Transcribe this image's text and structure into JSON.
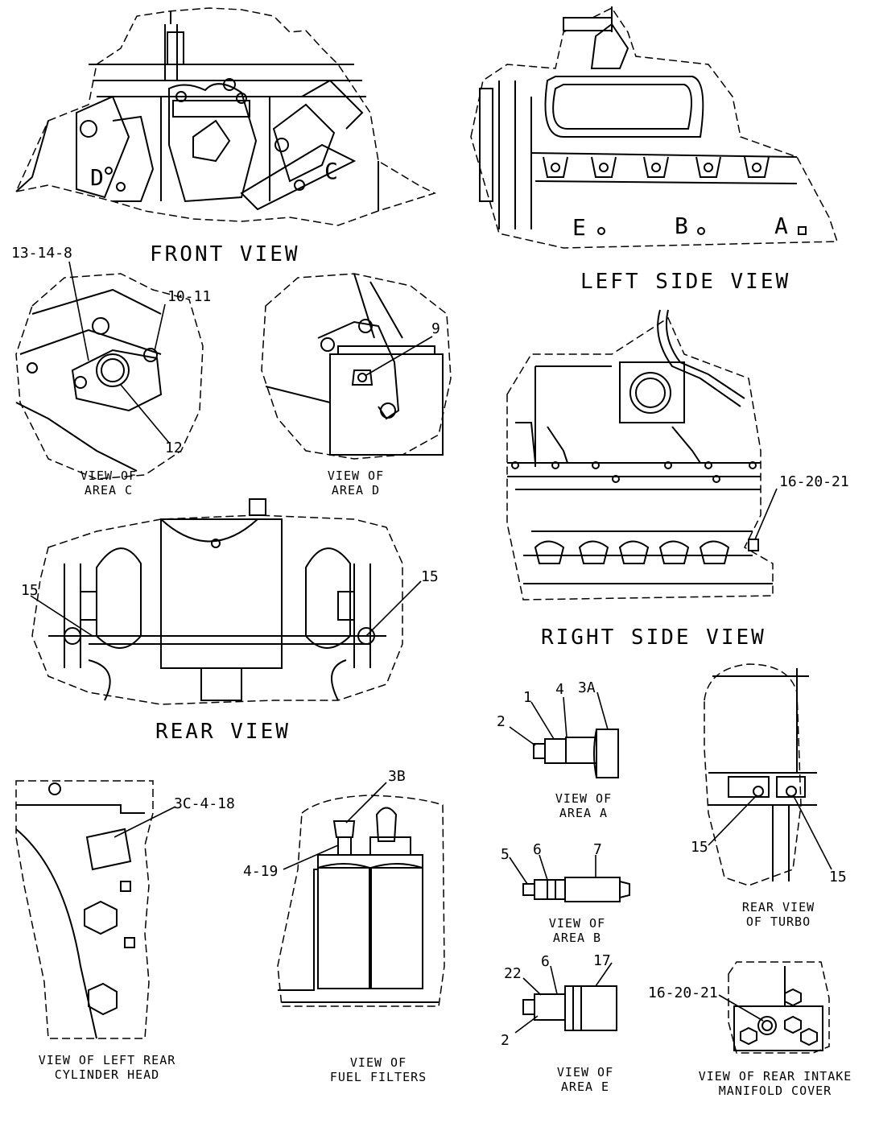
{
  "views": {
    "front": {
      "title": "FRONT VIEW",
      "area_c": "C",
      "area_d": "D"
    },
    "left_side": {
      "title": "LEFT SIDE VIEW",
      "area_e": "E",
      "area_b": "B",
      "area_a": "A"
    },
    "right_side": {
      "title": "RIGHT SIDE VIEW",
      "callout": "16-20-21"
    },
    "rear": {
      "title": "REAR VIEW",
      "callout_left": "15",
      "callout_right": "15"
    },
    "area_c": {
      "caption_line1": "VIEW OF",
      "caption_line2": "AREA C",
      "callouts": [
        "13-14-8",
        "10-11",
        "12"
      ]
    },
    "area_d": {
      "caption_line1": "VIEW OF",
      "caption_line2": "AREA D",
      "callouts": [
        "9"
      ]
    },
    "area_a": {
      "caption_line1": "VIEW OF",
      "caption_line2": "AREA A",
      "callouts": [
        "1",
        "4",
        "3A",
        "2"
      ]
    },
    "rear_turbo": {
      "caption_line1": "REAR VIEW",
      "caption_line2": "OF TURBO",
      "callouts": [
        "15",
        "15"
      ]
    },
    "left_rear_head": {
      "caption_line1": "VIEW OF LEFT REAR",
      "caption_line2": "CYLINDER HEAD",
      "callouts": [
        "3C-4-18"
      ]
    },
    "fuel_filters": {
      "caption_line1": "VIEW OF",
      "caption_line2": "FUEL FILTERS",
      "callouts": [
        "3B",
        "4-19"
      ]
    },
    "area_b": {
      "caption_line1": "VIEW OF",
      "caption_line2": "AREA B",
      "callouts": [
        "5",
        "6",
        "7"
      ]
    },
    "area_e": {
      "caption_line1": "VIEW OF",
      "caption_line2": "AREA E",
      "callouts": [
        "22",
        "6",
        "17",
        "2"
      ]
    },
    "rear_intake": {
      "caption_line1": "VIEW OF REAR INTAKE",
      "caption_line2": "MANIFOLD COVER",
      "callouts": [
        "16-20-21"
      ]
    }
  }
}
